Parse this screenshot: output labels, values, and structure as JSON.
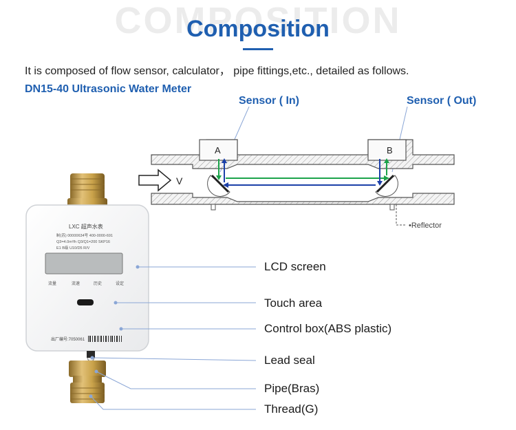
{
  "header": {
    "watermark": "COMPOSITION",
    "title": "Composition"
  },
  "intro_text": "It is composed of flow sensor, calculator， pipe fittings,etc., detailed as follows.",
  "subtitle": "DN15-40 Ultrasonic Water Meter",
  "diagram": {
    "sensor_in_label": "Sensor ( In)",
    "sensor_out_label": "Sensor ( Out)",
    "point_a": "A",
    "point_b": "B",
    "flow_symbol": "V",
    "reflector_label": "•Reflector"
  },
  "meter": {
    "brand": "LXC 超声水表",
    "spec_line1": "制(苏) 00000634号   400-0000-691",
    "spec_line2": "Q3=4.0m³/h   Q3/Q1=200   SKP16",
    "spec_line3": "E1  B级      U10/D5      R/V",
    "buttons": [
      "流量",
      "流速",
      "历史",
      "设定"
    ],
    "serial": "出厂编号:7050061"
  },
  "callouts": [
    "LCD screen",
    "Touch area",
    "Control box(ABS plastic)",
    "Lead seal",
    "Pipe(Bras)",
    "Thread(G)"
  ],
  "colors": {
    "accent_blue": "#1f5fb0",
    "arrow_green": "#1aa34a",
    "arrow_blue": "#1b3fa8",
    "brass": "#c9a24a"
  }
}
